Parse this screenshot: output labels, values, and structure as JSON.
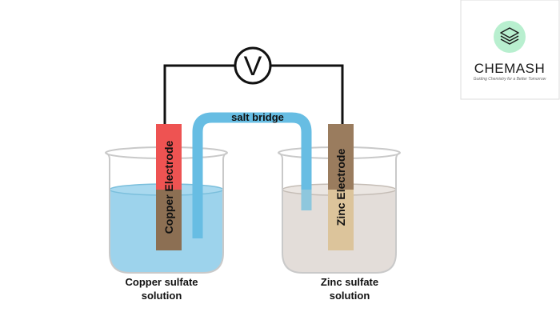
{
  "voltmeter": {
    "symbol": "V"
  },
  "salt_bridge": {
    "label": "salt bridge",
    "color": "#67bde3"
  },
  "left_cell": {
    "electrode_label": "Copper Electrode",
    "electrode_color": "#ee5352",
    "electrode_submerged_color": "#8c6f53",
    "solution_color": "#9dd3ec",
    "solution_label_line1": "Copper sulfate",
    "solution_label_line2": "solution"
  },
  "right_cell": {
    "electrode_label": "Zinc Electrode",
    "electrode_color": "#9a7c5e",
    "electrode_submerged_color": "#dcc49b",
    "solution_color": "#e3ddd9",
    "solution_label_line1": "Zinc sulfate",
    "solution_label_line2": "solution"
  },
  "brand": {
    "name": "CHEMASH",
    "tagline": "Guiding Chemistry for a Better Tomorrow",
    "icon": "layers-stack-icon",
    "icon_bg_color": "#b8efcf"
  },
  "colors": {
    "wire": "#111111",
    "beaker_outline": "#c9c9c9"
  }
}
